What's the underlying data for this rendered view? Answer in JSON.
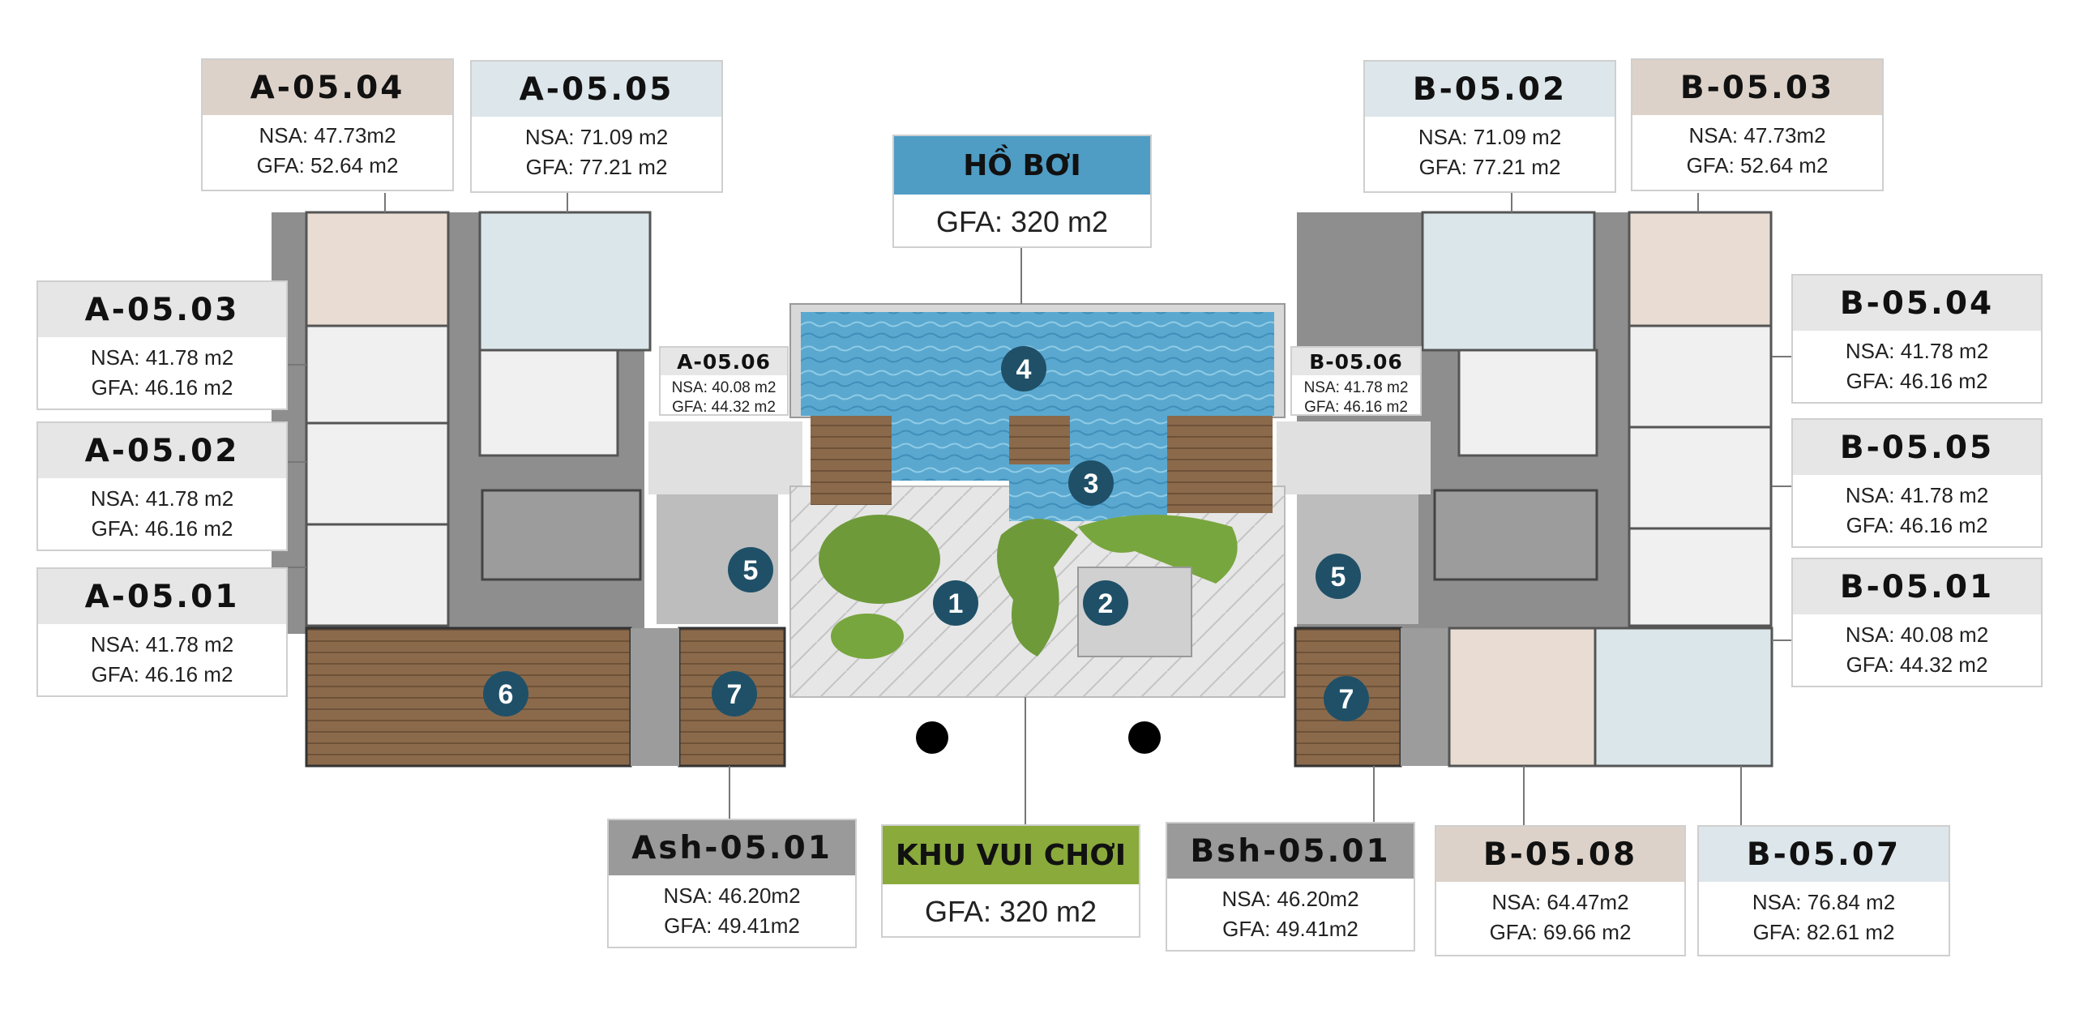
{
  "pool_card": {
    "name": "HỒ BƠI",
    "gfa": "GFA: 320 m2"
  },
  "playground_card": {
    "name": "KHU VUI CHƠI",
    "gfa": "GFA: 320 m2"
  },
  "units": {
    "a0504": {
      "name": "A-05.04",
      "nsa": "NSA: 47.73m2",
      "gfa": "GFA: 52.64 m2"
    },
    "a0505": {
      "name": "A-05.05",
      "nsa": "NSA: 71.09 m2",
      "gfa": "GFA: 77.21 m2"
    },
    "a0503": {
      "name": "A-05.03",
      "nsa": "NSA: 41.78 m2",
      "gfa": "GFA: 46.16 m2"
    },
    "a0502": {
      "name": "A-05.02",
      "nsa": "NSA: 41.78 m2",
      "gfa": "GFA: 46.16 m2"
    },
    "a0501": {
      "name": "A-05.01",
      "nsa": "NSA: 41.78 m2",
      "gfa": "GFA: 46.16 m2"
    },
    "a0506": {
      "name": "A-05.06",
      "nsa": "NSA: 40.08 m2",
      "gfa": "GFA: 44.32 m2"
    },
    "b0502": {
      "name": "B-05.02",
      "nsa": "NSA: 71.09 m2",
      "gfa": "GFA: 77.21 m2"
    },
    "b0503": {
      "name": "B-05.03",
      "nsa": "NSA: 47.73m2",
      "gfa": "GFA: 52.64 m2"
    },
    "b0504": {
      "name": "B-05.04",
      "nsa": "NSA: 41.78 m2",
      "gfa": "GFA: 46.16 m2"
    },
    "b0505": {
      "name": "B-05.05",
      "nsa": "NSA: 41.78 m2",
      "gfa": "GFA: 46.16 m2"
    },
    "b0501": {
      "name": "B-05.01",
      "nsa": "NSA: 40.08 m2",
      "gfa": "GFA: 44.32 m2"
    },
    "b0506": {
      "name": "B-05.06",
      "nsa": "NSA: 41.78 m2",
      "gfa": "GFA: 46.16 m2"
    },
    "ash0501": {
      "name": "Ash-05.01",
      "nsa": "NSA: 46.20m2",
      "gfa": "GFA: 49.41m2"
    },
    "bsh0501": {
      "name": "Bsh-05.01",
      "nsa": "NSA: 46.20m2",
      "gfa": "GFA: 49.41m2"
    },
    "b0508": {
      "name": "B-05.08",
      "nsa": "NSA: 64.47m2",
      "gfa": "GFA: 69.66 m2"
    },
    "b0507": {
      "name": "B-05.07",
      "nsa": "NSA: 76.84 m2",
      "gfa": "GFA: 82.61 m2"
    }
  },
  "markers": {
    "m1": "1",
    "m2": "2",
    "m3": "3",
    "m4": "4",
    "m5a": "5",
    "m5b": "5",
    "m6": "6",
    "m7a": "7",
    "m7b": "7"
  },
  "colors": {
    "header_beige": "#ddd2c9",
    "header_blue": "#dde6ea",
    "header_gray": "#e6e6e6",
    "header_dark": "#9a9a9a",
    "playground_green": "#8aaa3c",
    "marker_blue": "#1f5068",
    "corridor": "#8e8e8e",
    "wood": "#8b6a4c",
    "pool": "#5aa8cf"
  }
}
